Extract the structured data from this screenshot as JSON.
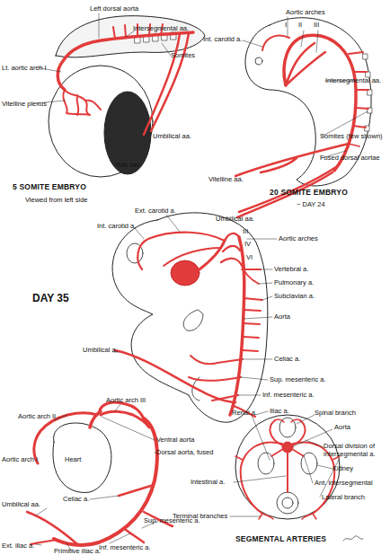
{
  "diagram": {
    "labels": [
      "Left dorsal aorta",
      "Intersegmental aa.",
      "Somites",
      "Lt. aortic arch I",
      "Vitelline plexus",
      "Umbilical aa.",
      "Yolk sac",
      "5 SOMITE EMBRYO",
      "Viewed from left side",
      "Int. carotid a.",
      "Aortic arches",
      "I",
      "II",
      "III",
      "Intersegmental aa.",
      "Somites (few shown)",
      "Fused dorsal aortae",
      "Vitelline aa.",
      "Umbilical aa.",
      "20 SOMITE EMBRYO",
      "~ DAY 24",
      "Ext. carotid a.",
      "Int. carotid a.",
      "III",
      "IV",
      "VI",
      "Aortic arches",
      "Vertebral a.",
      "Pulmonary a.",
      "Subclavian a.",
      "Aorta",
      "DAY 35",
      "Umbilical a.",
      "Celiac a.",
      "Sup. mesenteric a.",
      "Inf. mesenteric a.",
      "Iliac a.",
      "Aortic arch II",
      "Aortic arch III",
      "Aortic arch I",
      "Ventral aorta",
      "Dorsal aorta, fused",
      "Heart",
      "Celiac a.",
      "Umbilical aa.",
      "Sup. mesenteric a.",
      "Inf. mesenteric a.",
      "Ext. iliac a.",
      "Primitive iliac a.",
      "Renal a.",
      "Spinal branch",
      "Aorta",
      "Dorsal division of intersegmental a.",
      "Kidney",
      "Ant. intersegmental",
      "Lateral branch",
      "Intestinal a.",
      "Terminal branches",
      "SEGMENTAL ARTERIES"
    ]
  }
}
